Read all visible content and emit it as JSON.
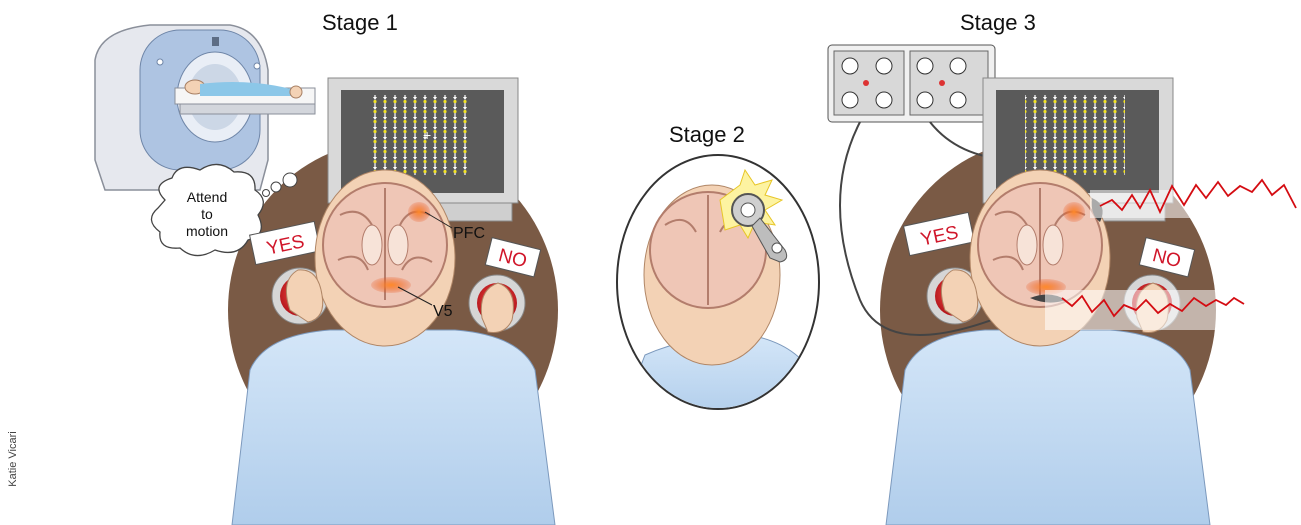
{
  "stages": [
    {
      "title": "Stage 1",
      "thought_lines": [
        "Attend",
        "to",
        "motion"
      ],
      "yes_sign": "YES",
      "no_sign": "NO",
      "labels": {
        "pfc": "PFC",
        "v5": "V5"
      }
    },
    {
      "title": "Stage 2"
    },
    {
      "title": "Stage 3",
      "yes_sign": "YES",
      "no_sign": "NO"
    }
  ],
  "credit": "Katie Vicari",
  "colors": {
    "table": "#7a5a45",
    "gown": "#c6dcf3",
    "skin": "#f3d2b5",
    "sign_text": "#d0162a",
    "button": "#d9282d",
    "brain": "#efc6b6",
    "activation": "#e8541e",
    "eeg_trace": "#d40c12",
    "monitor": "#5a5a5a",
    "scanner": "#aec4e2"
  },
  "icons": [
    "mri-scanner-icon",
    "monitor-icon",
    "thought-bubble-icon",
    "tms-coil-icon",
    "eeg-amplifier-icon"
  ]
}
